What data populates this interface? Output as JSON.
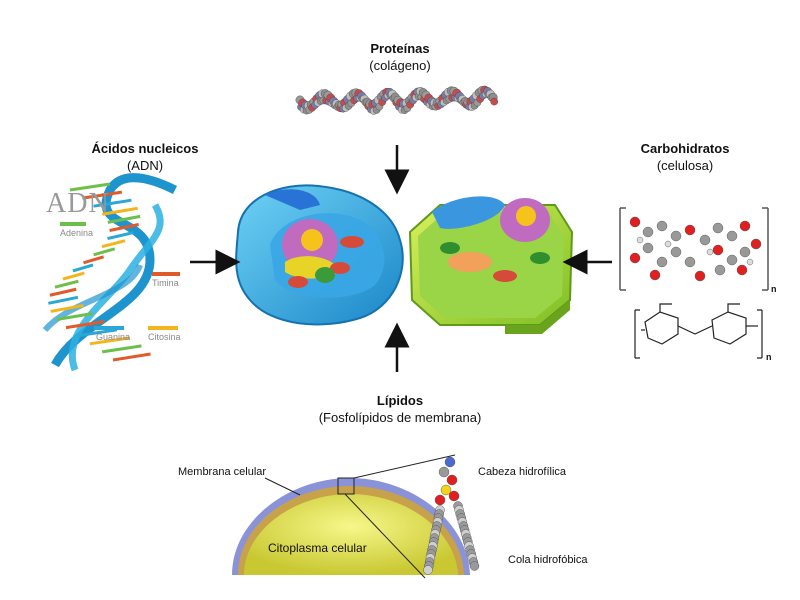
{
  "proteins": {
    "title": "Proteínas",
    "subtitle": "(colágeno)"
  },
  "nucleic": {
    "title": "Ácidos nucleicos",
    "subtitle": "(ADN)"
  },
  "carbs": {
    "title": "Carbohidratos",
    "subtitle": "(celulosa)"
  },
  "lipids": {
    "title": "Lípidos",
    "subtitle": "(Fosfolípidos de membrana)"
  },
  "dna": {
    "heading": "ADN",
    "bases": [
      "Adenina",
      "Timina",
      "Guanina",
      "Citosina"
    ],
    "base_colors": [
      "#6cc04a",
      "#e05a2a",
      "#2aa7d6",
      "#f3b51b"
    ]
  },
  "cellulose": {
    "subscript": "n"
  },
  "membrane": {
    "membrane_label": "Membrana celular",
    "cytoplasm_label": "Citoplasma celular",
    "head_label": "Cabeza hidrofílica",
    "tail_label": "Cola hidrofóbica"
  }
}
